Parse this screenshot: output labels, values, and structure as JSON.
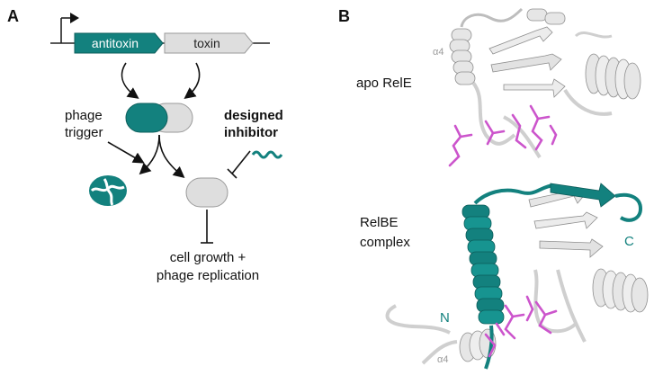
{
  "panel_a": {
    "letter": "A",
    "gene_antitoxin": "antitoxin",
    "gene_toxin": "toxin",
    "phage_trigger_l1": "phage",
    "phage_trigger_l2": "trigger",
    "designed_l1": "designed",
    "designed_l2": "inhibitor",
    "outcome_l1": "cell growth +",
    "outcome_l2": "phage replication"
  },
  "panel_b": {
    "letter": "B",
    "apo_label": "apo RelE",
    "complex_l1": "RelBE",
    "complex_l2": "complex",
    "alpha4_top": "α4",
    "alpha4_bottom": "α4",
    "n_term": "N",
    "c_term": "C"
  },
  "colors": {
    "teal": "#13817e",
    "grey_fill": "#dedede",
    "magenta": "#cc55cc",
    "ribbon_grey": "#e6e6e6"
  }
}
